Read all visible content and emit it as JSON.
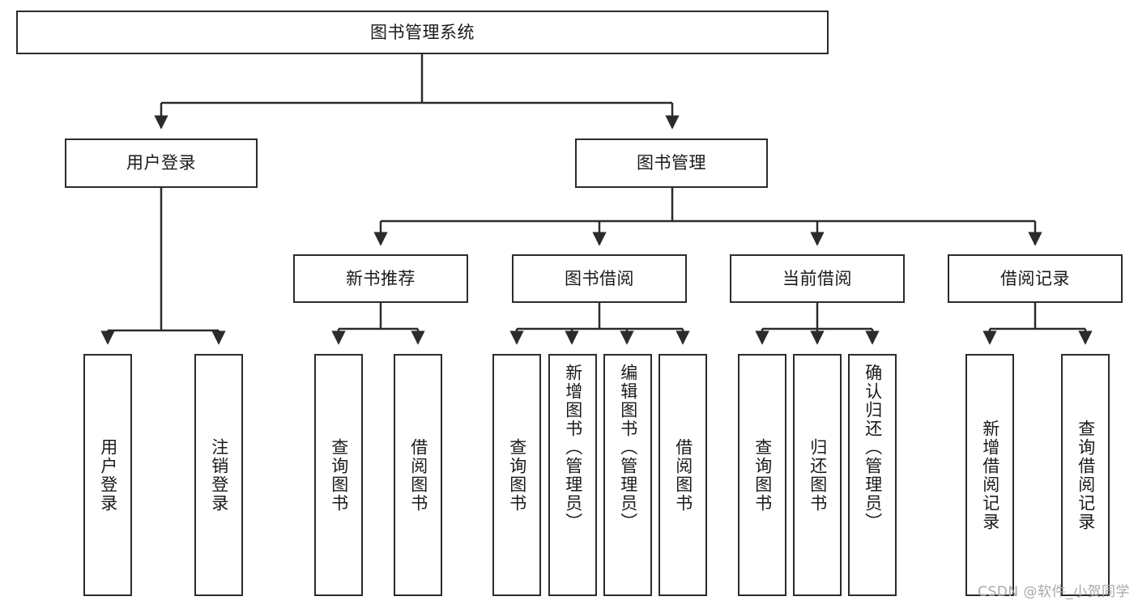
{
  "diagram": {
    "title": "图书管理系统",
    "root": {
      "label": "图书管理系统"
    },
    "level2": [
      {
        "label": "用户登录"
      },
      {
        "label": "图书管理"
      }
    ],
    "level3": [
      {
        "label": "新书推荐"
      },
      {
        "label": "图书借阅"
      },
      {
        "label": "当前借阅"
      },
      {
        "label": "借阅记录"
      }
    ],
    "leaves": {
      "user_login": [
        {
          "label": "用户登录"
        },
        {
          "label": "注销登录"
        }
      ],
      "new_book": [
        {
          "label": "查询图书"
        },
        {
          "label": "借阅图书"
        }
      ],
      "book_borrow": [
        {
          "label": "查询图书"
        },
        {
          "label": "新增图书（管理员）"
        },
        {
          "label": "编辑图书（管理员）"
        },
        {
          "label": "借阅图书"
        }
      ],
      "current_borrow": [
        {
          "label": "查询图书"
        },
        {
          "label": "归还图书"
        },
        {
          "label": "确认归还（管理员）"
        }
      ],
      "borrow_record": [
        {
          "label": "新增借阅记录"
        },
        {
          "label": "查询借阅记录"
        }
      ]
    }
  },
  "watermark": {
    "text": "CSDN @软件_小贺同学"
  },
  "colors": {
    "border": "#2b2b2b",
    "text": "#1a1a1a",
    "background": "#ffffff",
    "watermark": "#a8a8a8"
  }
}
